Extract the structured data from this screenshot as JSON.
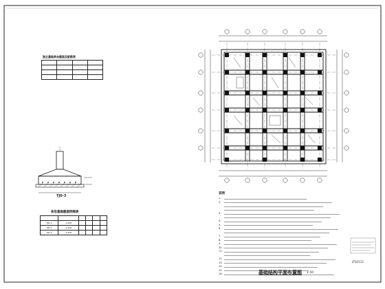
{
  "left": {
    "top_table": {
      "title": "独立基础承台截面及配筋表",
      "rows": [
        [
          "",
          "",
          "",
          ""
        ],
        [
          "",
          "",
          "",
          ""
        ],
        [
          "",
          "",
          "",
          ""
        ],
        [
          "",
          "",
          "",
          ""
        ]
      ],
      "note": ""
    },
    "detail": {
      "label": "TJ6-3",
      "side_note_1": "",
      "side_note_2": ""
    },
    "bottom_table": {
      "title": "条形基础截面明细表",
      "rows": [
        [
          "",
          "",
          "",
          "",
          "",
          ""
        ],
        [
          "TJ6-1",
          "-2.000",
          "",
          "",
          "",
          ""
        ],
        [
          "TJ6-2",
          "-2.000",
          "",
          "",
          "",
          ""
        ],
        [
          "TJ6-3",
          "-2.000",
          "",
          "",
          "",
          ""
        ]
      ],
      "note": ""
    }
  },
  "plan": {
    "title": "基础结构平面布置图",
    "scale": "1:50"
  },
  "notes": {
    "heading": "说明",
    "lines": [
      "1.",
      "2.",
      "",
      "",
      "3.",
      "",
      "4.",
      "5.",
      "6.",
      "",
      "7.",
      "8.",
      "9.",
      "10.",
      "11.",
      "",
      "12.",
      "13.",
      "14.",
      "15.",
      "16."
    ]
  },
  "corner": {
    "code": "LT02112"
  },
  "colors": {
    "ink": "#111111",
    "paper": "#ffffff"
  }
}
